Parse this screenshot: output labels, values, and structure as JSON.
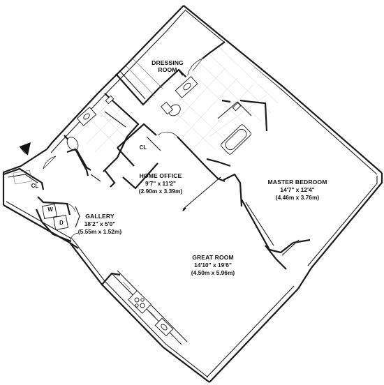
{
  "rooms": {
    "dressing": {
      "name_line1": "DRESSING",
      "name_line2": "ROOM"
    },
    "home_office": {
      "name": "HOME OFFICE",
      "dims_imperial": "9'7\" x 11'2\"",
      "dims_metric": "(2.90m x 3.39m)"
    },
    "master_bedroom": {
      "name": "MASTER BEDROOM",
      "dims_imperial": "14'7\" x 12'4\"",
      "dims_metric": "(4.46m x 3.76m)"
    },
    "gallery": {
      "name": "GALLERY",
      "dims_imperial": "18'2\" x 5'0\"",
      "dims_metric": "(5.55m x 1.52m)"
    },
    "great_room": {
      "name": "GREAT ROOM",
      "dims_imperial": "14'10\" x 19'6\"",
      "dims_metric": "(4.50m x 5.96m)"
    }
  },
  "closets": {
    "office_closet": "CL",
    "entry_closet": "CL"
  },
  "laundry": {
    "washer": "W",
    "dryer": "D"
  },
  "icons": {
    "north_arrow": "north-arrow-icon"
  },
  "colors": {
    "line": "#1a1a1a",
    "tile": "#cfcfcf"
  }
}
